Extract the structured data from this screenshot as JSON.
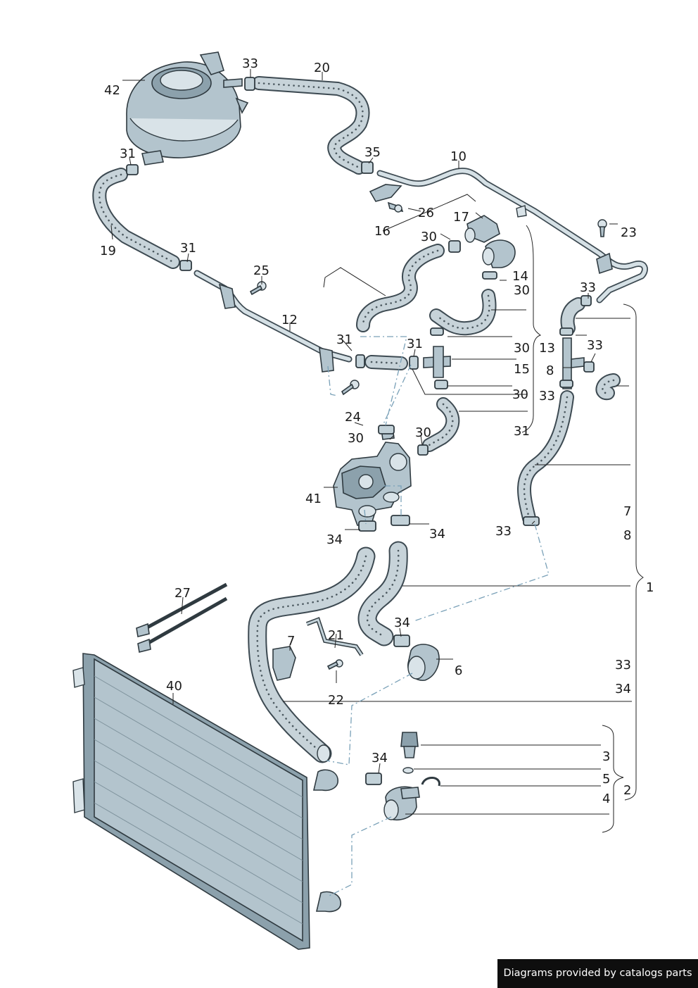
{
  "callouts": {
    "c1": "1",
    "c2": "2",
    "c3": "3",
    "c4": "4",
    "c5": "5",
    "c6": "6",
    "c7a": "7",
    "c7b": "7",
    "c8a": "8",
    "c8b": "8",
    "c10": "10",
    "c12": "12",
    "c13": "13",
    "c14": "14",
    "c15": "15",
    "c16": "16",
    "c17": "17",
    "c19": "19",
    "c20": "20",
    "c21": "21",
    "c22": "22",
    "c23": "23",
    "c24": "24",
    "c25": "25",
    "c26": "26",
    "c27": "27",
    "c30a": "30",
    "c30b": "30",
    "c30c": "30",
    "c30d": "30",
    "c30e": "30",
    "c30f": "30",
    "c31a": "31",
    "c31b": "31",
    "c31c": "31",
    "c31d": "31",
    "c31e": "31",
    "c33a": "33",
    "c33b": "33",
    "c33c": "33",
    "c33d": "33",
    "c33e": "33",
    "c33f": "33",
    "c34a": "34",
    "c34b": "34",
    "c34c": "34",
    "c34d": "34",
    "c34e": "34",
    "c35": "35",
    "c40": "40",
    "c41": "41",
    "c42": "42"
  },
  "footer": {
    "credit": "Diagrams provided by catalogs parts"
  }
}
